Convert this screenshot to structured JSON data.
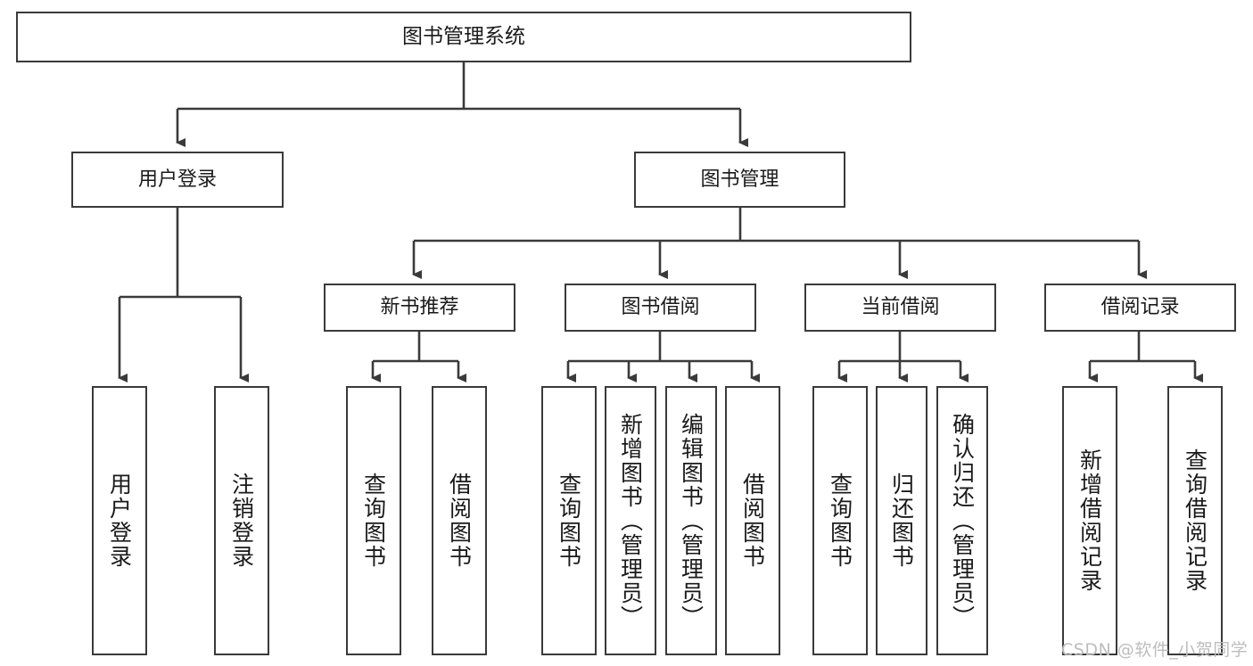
{
  "diagram": {
    "title": "图书管理系统",
    "type": "tree-hierarchy",
    "root": {
      "label": "图书管理系统"
    },
    "level1": [
      {
        "label": "用户登录"
      },
      {
        "label": "图书管理"
      }
    ],
    "level2": [
      {
        "label": "新书推荐"
      },
      {
        "label": "图书借阅"
      },
      {
        "label": "当前借阅"
      },
      {
        "label": "借阅记录"
      }
    ],
    "leaves": {
      "user_login": [
        {
          "label": "用户登录"
        },
        {
          "label": "注销登录"
        }
      ],
      "new_book_recommend": [
        {
          "label": "查询图书"
        },
        {
          "label": "借阅图书"
        }
      ],
      "book_borrow": [
        {
          "label": "查询图书"
        },
        {
          "label": "新增图书（管理员）"
        },
        {
          "label": "编辑图书（管理员）"
        },
        {
          "label": "借阅图书"
        }
      ],
      "current_borrow": [
        {
          "label": "查询图书"
        },
        {
          "label": "归还图书"
        },
        {
          "label": "确认归还（管理员）"
        }
      ],
      "borrow_records": [
        {
          "label": "新增借阅记录"
        },
        {
          "label": "查询借阅记录"
        }
      ]
    }
  },
  "watermark": {
    "text": "CSDN @软件_小贺同学"
  },
  "colors": {
    "box_border": "#3a3a3a",
    "box_fill": "#ffffff",
    "connector": "#3a3a3a",
    "text": "#1a1a1a",
    "watermark": "#bdbdbd"
  }
}
